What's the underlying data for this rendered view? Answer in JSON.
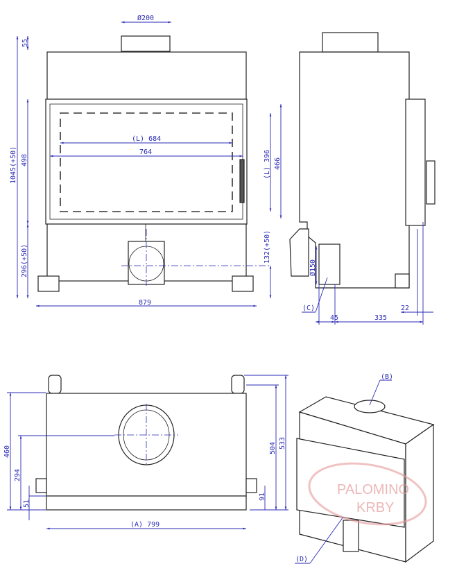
{
  "front_view": {
    "flue_diameter": "Ø200",
    "flue_height": "55",
    "total_height": "1045(+50)",
    "door_height": "498",
    "base_height": "296(+50)",
    "total_width": "879",
    "inner_width": "(L) 684",
    "glass_width": "764",
    "inner_height": "(L) 396",
    "glass_height": "466",
    "outlet_height": "132(+50)"
  },
  "side_view": {
    "air_inlet_diameter": "Ø150",
    "air_inlet_label": "(C)",
    "offset_front": "45",
    "depth": "335",
    "offset_rear": "22"
  },
  "plan_view": {
    "depth_total": "460",
    "flue_center": "294",
    "front_offset": "51",
    "depth_504": "504",
    "depth_533": "533",
    "side_offset": "91",
    "width": "(A) 799"
  },
  "iso_view": {
    "flue_label": "(B)",
    "air_label": "(D)"
  },
  "watermark": {
    "line1": "PALOMINO",
    "line2": "KRBY"
  }
}
